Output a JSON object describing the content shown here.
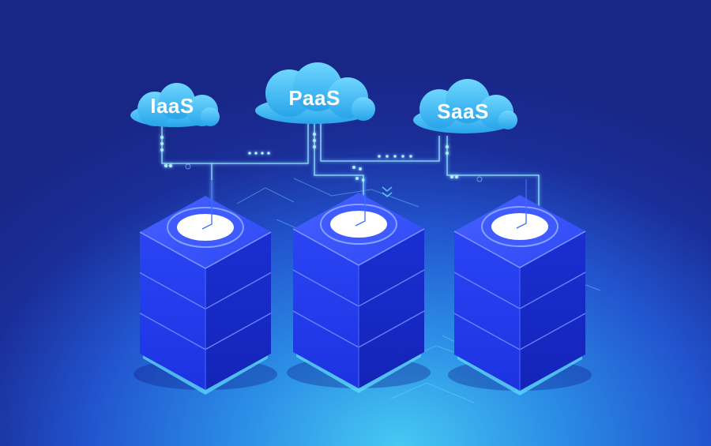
{
  "clouds": [
    {
      "label": "IaaS"
    },
    {
      "label": "PaaS"
    },
    {
      "label": "SaaS"
    }
  ],
  "colors": {
    "cloud_top": "#64d2ff",
    "cloud_bottom": "#28a8ec",
    "server_top": "#3a54ff",
    "server_front": "#2238ee",
    "server_side": "#1628c4",
    "circuit": "#7fe6ff"
  }
}
